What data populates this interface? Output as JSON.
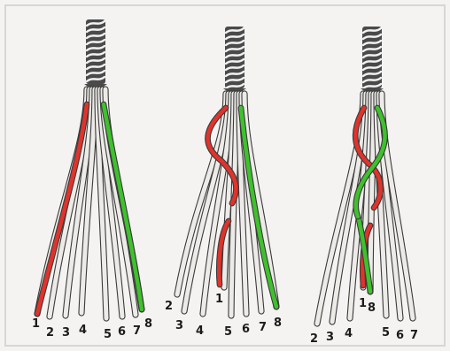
{
  "colors": {
    "background": "#f4f3f1",
    "strand_fill": "#ecebe8",
    "strand_outline": "#3a3a3a",
    "red_strand": "#e0332b",
    "green_strand": "#3ec12c",
    "rope_core": "#4a4a4a"
  },
  "panels": [
    {
      "labels": [
        "1",
        "2",
        "3",
        "4",
        "5",
        "6",
        "7",
        "8"
      ],
      "red_strand_label": "1",
      "green_strand_label": "8"
    },
    {
      "labels": [
        "2",
        "3",
        "4",
        "1",
        "5",
        "6",
        "7",
        "8"
      ],
      "red_strand_label": "1",
      "green_strand_label": "8"
    },
    {
      "labels": [
        "2",
        "3",
        "4",
        "1",
        "8",
        "5",
        "6",
        "7"
      ],
      "red_strand_label": "1",
      "green_strand_label": "8"
    }
  ]
}
